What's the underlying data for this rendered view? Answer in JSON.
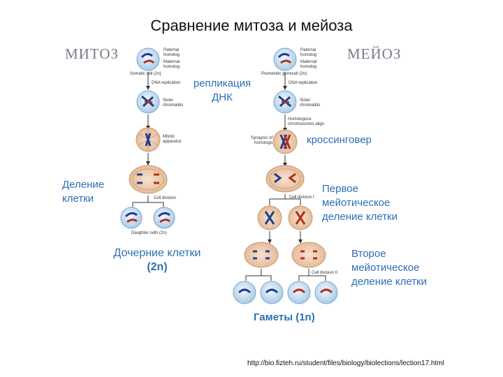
{
  "title": "Сравнение митоза и мейоза",
  "headers": {
    "mitosis": "МИТОЗ",
    "meiosis": "МЕЙОЗ"
  },
  "labels": {
    "replication": [
      "репликация",
      "ДНК"
    ],
    "crossing_over": "кроссинговер",
    "cell_division": [
      "Деление",
      "клетки"
    ],
    "daughter_cells": [
      "Дочерние клетки",
      "(2n)"
    ],
    "first_meiotic": [
      "Первое",
      "мейотическое",
      "деление клетки"
    ],
    "second_meiotic": [
      "Второе",
      "мейотическое",
      "деление клетки"
    ],
    "gametes": "Гаметы  (1n)"
  },
  "small_labels": {
    "mit_paternal": "Paternal homolog",
    "mit_maternal": "Maternal homolog",
    "somatic_cell": "Somatic cell (2n)",
    "mit_dna_rep": "DNA replication",
    "mit_sister": "Sister chromatids",
    "mitotic_app": "Mitotic apparatus",
    "mit_cell_div": "Cell division",
    "daughter_small": "Daughter cells (2n)",
    "mei_paternal": "Paternal homolog",
    "mei_maternal": "Maternal homolog",
    "premeiotic": "Premeiotic germcell (2n)",
    "mei_dna_rep": "DNA replication",
    "mei_sister": "Sister chromatids",
    "homologous_align": "Homologous chromosomes align",
    "synapsis": "Synapsis of homologs",
    "cell_div_1": "Cell division I",
    "cell_div_2": "Cell division II"
  },
  "source": "http://bio.fizteh.ru/student/files/biology/biolections/lection17.html",
  "colors": {
    "accent_text": "#2d6fb3",
    "cell_fill": "#cfe3f3",
    "cell_stroke": "#7aa7cc",
    "chrom_blue": "#1f3f8f",
    "chrom_red": "#b03020",
    "division_cell": "#ecc9a8"
  }
}
